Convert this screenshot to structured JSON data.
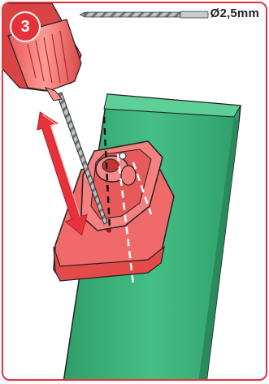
{
  "step": {
    "number": "3"
  },
  "drill_bit": {
    "diameter_label": "Ø2,5mm"
  },
  "icons": {
    "drill": "power-drill-icon",
    "drill_bit": "drill-bit-icon",
    "direction_arrow": "up-down-arrow-icon",
    "pilot_hole_guide": "pilot-hole-dashed-line"
  },
  "colors": {
    "accent": "#e8323b",
    "bracket": "#f06a6a",
    "rail": "#3ab27a",
    "rail_dark": "#2a8a5c",
    "background": "#ffffff",
    "outline": "#222222"
  }
}
